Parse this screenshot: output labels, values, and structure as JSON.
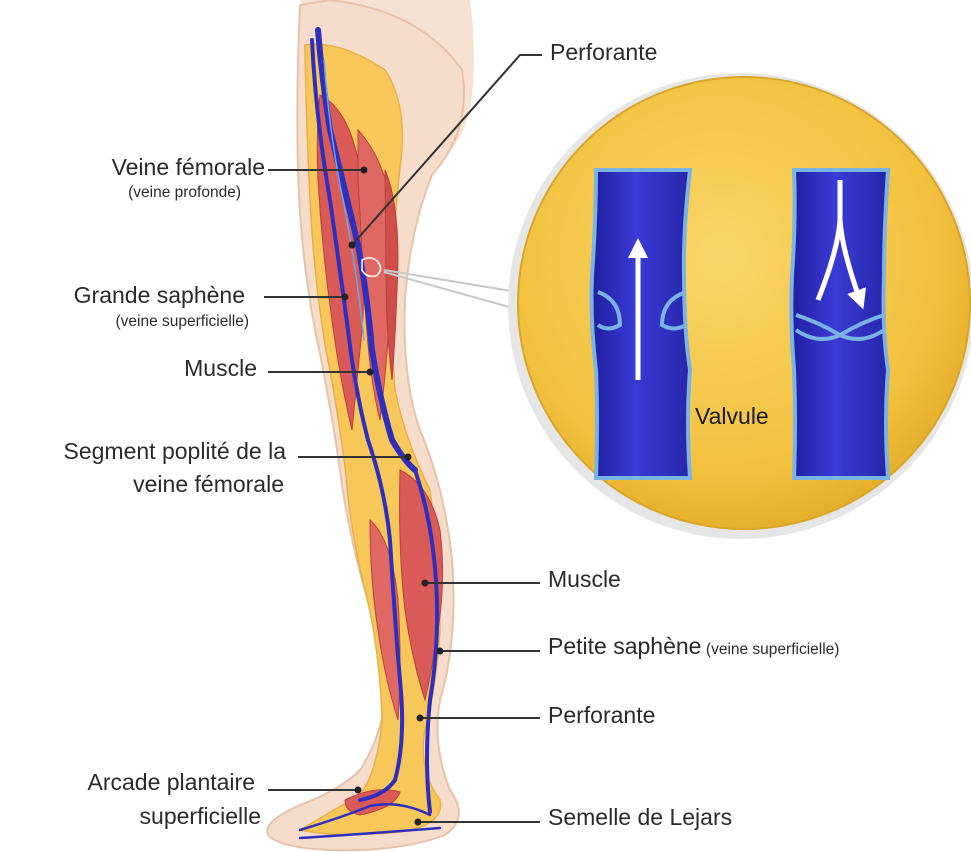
{
  "labels": {
    "perforante_top": "Perforante",
    "veine_femorale": "Veine fémorale",
    "veine_profonde": "(veine profonde)",
    "grande_saphene": "Grande saphène",
    "veine_superficielle_1": "(veine superficielle)",
    "muscle_left": "Muscle",
    "segment_line1": "Segment poplité de la",
    "segment_line2": "veine fémorale",
    "valvule": "Valvule",
    "muscle_right": "Muscle",
    "petite_saphene": "Petite saphène",
    "veine_superficielle_2": "(veine superficielle)",
    "perforante_bottom": "Perforante",
    "arcade_line1": "Arcade plantaire",
    "arcade_line2": "superficielle",
    "semelle": "Semelle de Lejars"
  },
  "colors": {
    "skin": "#f6dccb",
    "fat": "#f8c75a",
    "muscle": "#d95a56",
    "vein": "#2f2fbf",
    "vein_light": "#6da6e0",
    "inset_bg": "#f2c542",
    "leader": "#333333"
  }
}
